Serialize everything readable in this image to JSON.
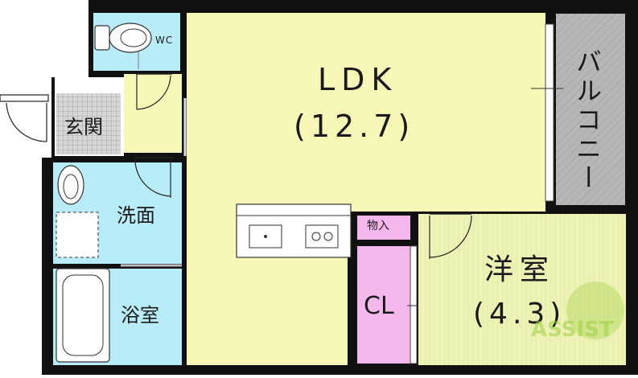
{
  "rooms": {
    "ldk": {
      "name": "LDK",
      "area": "(12.7)"
    },
    "western": {
      "name": "洋室",
      "area": "(4.3)"
    },
    "entrance": {
      "name": "玄関"
    },
    "washroom": {
      "name": "洗面"
    },
    "bathroom": {
      "name": "浴室"
    },
    "toilet": {
      "name": "WC"
    },
    "storage": {
      "name": "物入"
    },
    "closet": {
      "name": "CL"
    },
    "balcony": {
      "name": "バルコニー"
    }
  },
  "watermark": {
    "text": "ASSIST"
  },
  "colors": {
    "ldk": "#f7f8b8",
    "western": "#eef2b4",
    "wet_area": "#b8ecf8",
    "closet": "#f4b8ec",
    "entrance_tile": "#c8c8c8",
    "balcony": "#b4b4b4",
    "wall": "#111111",
    "watermark": "#9bd040"
  }
}
